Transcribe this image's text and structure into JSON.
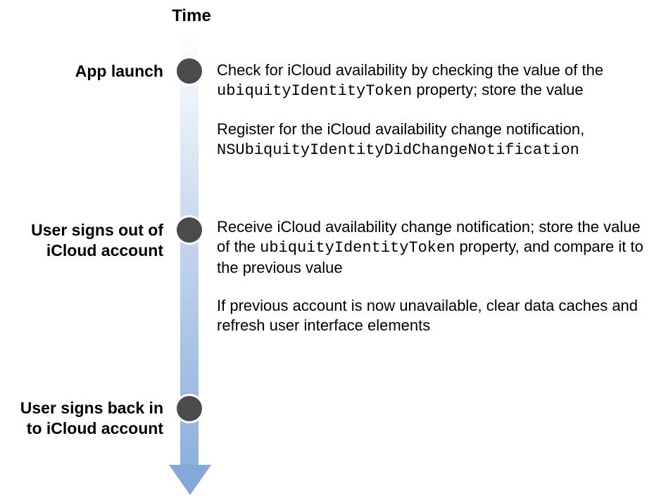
{
  "timeline": {
    "axis_label": "Time",
    "colors": {
      "dot": "#4b4b4d",
      "bar_top": "#fdfeff",
      "bar_bottom": "#8db1dd",
      "arrow": "#84a9d8",
      "label_text": "#000000"
    },
    "events": [
      {
        "label": "App launch",
        "label_lines": [
          "App launch"
        ],
        "notes": [
          [
            {
              "text": "Check for iCloud availability by checking the value of the "
            },
            {
              "text": "ubiquityIdentityToken",
              "code": true
            },
            {
              "text": " property; store the value"
            }
          ],
          [
            {
              "text": "Register for the iCloud availability change notification, "
            },
            {
              "text": "NSUbiquityIdentityDidChangeNotification",
              "code": true
            }
          ]
        ]
      },
      {
        "label": "User signs out of iCloud account",
        "label_lines": [
          "User signs out of",
          "iCloud account"
        ],
        "notes": [
          [
            {
              "text": "Receive iCloud availability change notification; store the value of the "
            },
            {
              "text": "ubiquityIdentityToken",
              "code": true
            },
            {
              "text": " property, and compare it to the previous value"
            }
          ],
          [
            {
              "text": "If previous account is now unavailable, clear data caches and refresh user interface elements"
            }
          ]
        ]
      },
      {
        "label": "User signs back in to iCloud account",
        "label_lines": [
          "User signs back in",
          "to iCloud account"
        ],
        "notes": []
      }
    ]
  }
}
